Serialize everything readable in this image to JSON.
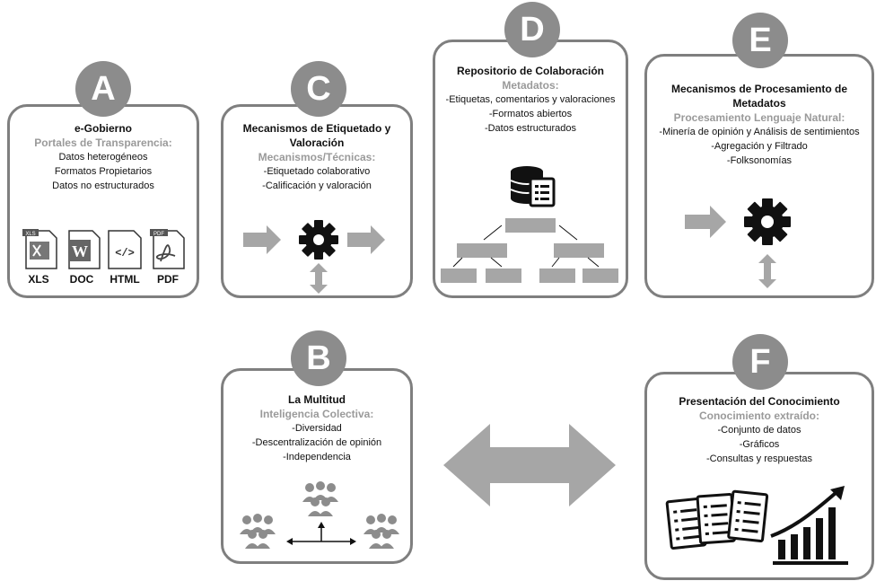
{
  "A": {
    "letter": "A",
    "title": "e-Gobierno",
    "subtitle": "Portales de Transparencia:",
    "items": [
      "Datos heterogéneos",
      "Formatos Propietarios",
      "Datos no estructurados"
    ],
    "file_types": [
      "XLS",
      "DOC",
      "HTML",
      "PDF"
    ],
    "file_icon_tags": [
      "XLS",
      "W",
      "</>",
      "PDF"
    ]
  },
  "B": {
    "letter": "B",
    "title": "La Multitud",
    "subtitle": "Inteligencia Colectiva:",
    "items": [
      "-Diversidad",
      "-Descentralización de opinión",
      "-Independencia"
    ]
  },
  "C": {
    "letter": "C",
    "title_lines": [
      "Mecanismos de Etiquetado y",
      "Valoración"
    ],
    "subtitle": "Mecanismos/Técnicas:",
    "items": [
      "-Etiquetado colaborativo",
      "-Calificación y valoración"
    ]
  },
  "D": {
    "letter": "D",
    "title": "Repositorio de Colaboración",
    "subtitle": "Metadatos:",
    "items": [
      "-Etiquetas, comentarios y valoraciones",
      "-Formatos abiertos",
      "-Datos estructurados"
    ]
  },
  "E": {
    "letter": "E",
    "title_lines": [
      "Mecanismos de Procesamiento de",
      "Metadatos"
    ],
    "subtitle": "Procesamiento Lenguaje Natural:",
    "items": [
      "-Minería de opinión y Análisis de sentimientos",
      "-Agregación y Filtrado",
      "-Folksonomías"
    ]
  },
  "F": {
    "letter": "F",
    "title": "Presentación del Conocimiento",
    "subtitle": "Conocimiento extraído:",
    "items": [
      "-Conjunto de datos",
      "-Gráficos",
      "-Consultas y respuestas"
    ]
  },
  "colors": {
    "border": "#7f7f7f",
    "badge": "#8c8c8c",
    "arrow": "#a6a6a6",
    "subtitle": "#9a9a9a",
    "icon": "#111111"
  }
}
